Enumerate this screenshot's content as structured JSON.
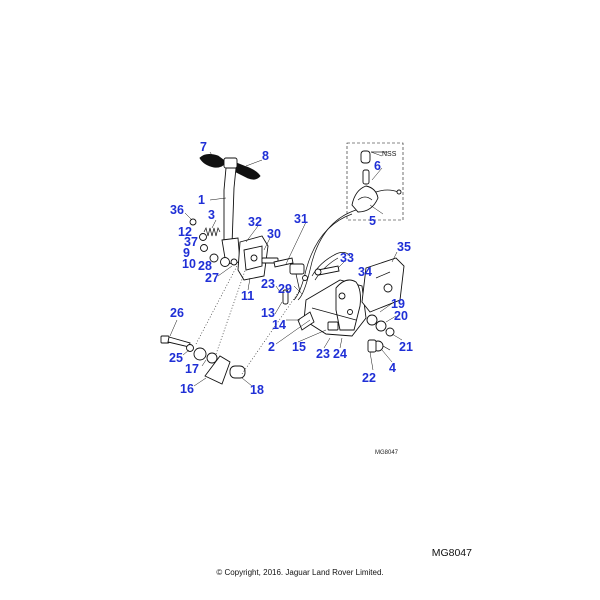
{
  "diagram": {
    "callouts": [
      "7",
      "8",
      "1",
      "36",
      "3",
      "32",
      "12",
      "31",
      "30",
      "37",
      "9",
      "10",
      "28",
      "27",
      "11",
      "23",
      "29",
      "33",
      "35",
      "34",
      "6",
      "5",
      "NSS",
      "26",
      "13",
      "14",
      "19",
      "20",
      "25",
      "2",
      "15",
      "23",
      "24",
      "21",
      "17",
      "4",
      "22",
      "16",
      "18"
    ],
    "inner_code": "MG8047"
  },
  "footer": {
    "code": "MG8047",
    "copyright": "© Copyright, 2016. Jaguar Land Rover Limited."
  },
  "colors": {
    "callout": "#1f2fd6",
    "line": "#111111",
    "background": "#ffffff"
  }
}
